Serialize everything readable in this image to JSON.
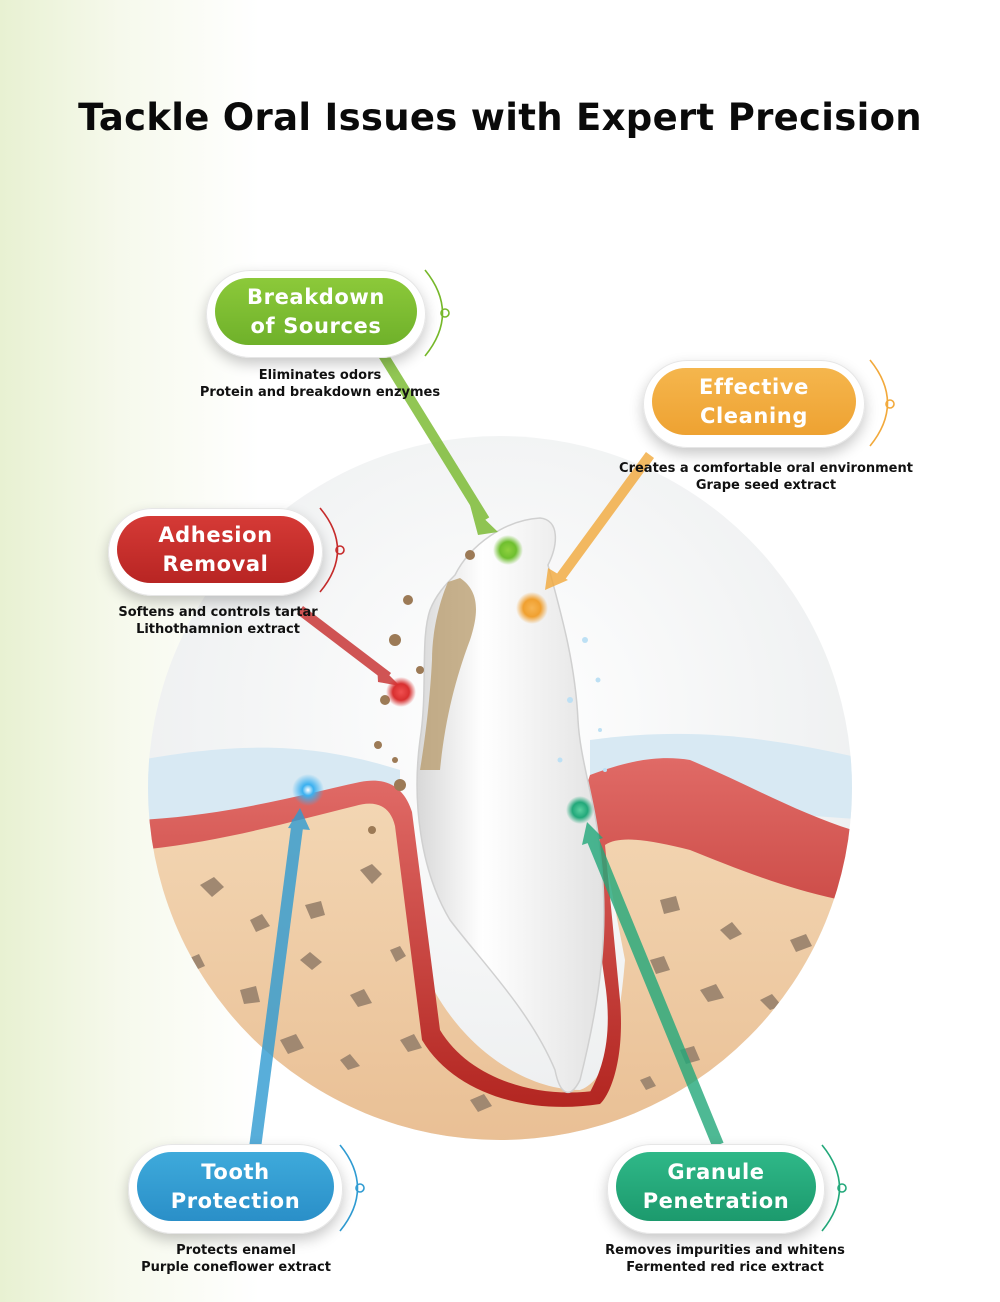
{
  "title": "Tackle Oral Issues with Expert Precision",
  "colors": {
    "green": "#76b82a",
    "orange": "#f2a93b",
    "red": "#c62b2b",
    "blue": "#2f9bd2",
    "teal": "#22a87a",
    "gum": "#c8322f",
    "bone": "#ecc8a0",
    "tooth": "#f4f4f4"
  },
  "callouts": {
    "breakdown": {
      "label": "Breakdown\nof Sources",
      "caption1": "Eliminates odors",
      "caption2": "Protein and breakdown enzymes",
      "color": "#76b82a"
    },
    "cleaning": {
      "label": "Effective\nCleaning",
      "caption1": "Creates a comfortable oral environment",
      "caption2": "Grape seed extract",
      "color": "#f2a93b"
    },
    "adhesion": {
      "label": "Adhesion\nRemoval",
      "caption1": "Softens and controls tartar",
      "caption2": "Lithothamnion extract",
      "color": "#c62b2b"
    },
    "protection": {
      "label": "Tooth\nProtection",
      "caption1": "Protects enamel",
      "caption2": "Purple coneflower extract",
      "color": "#2f9bd2"
    },
    "granule": {
      "label": "Granule\nPenetration",
      "caption1": "Removes impurities and whitens",
      "caption2": "Fermented red rice extract",
      "color": "#22a87a"
    }
  }
}
